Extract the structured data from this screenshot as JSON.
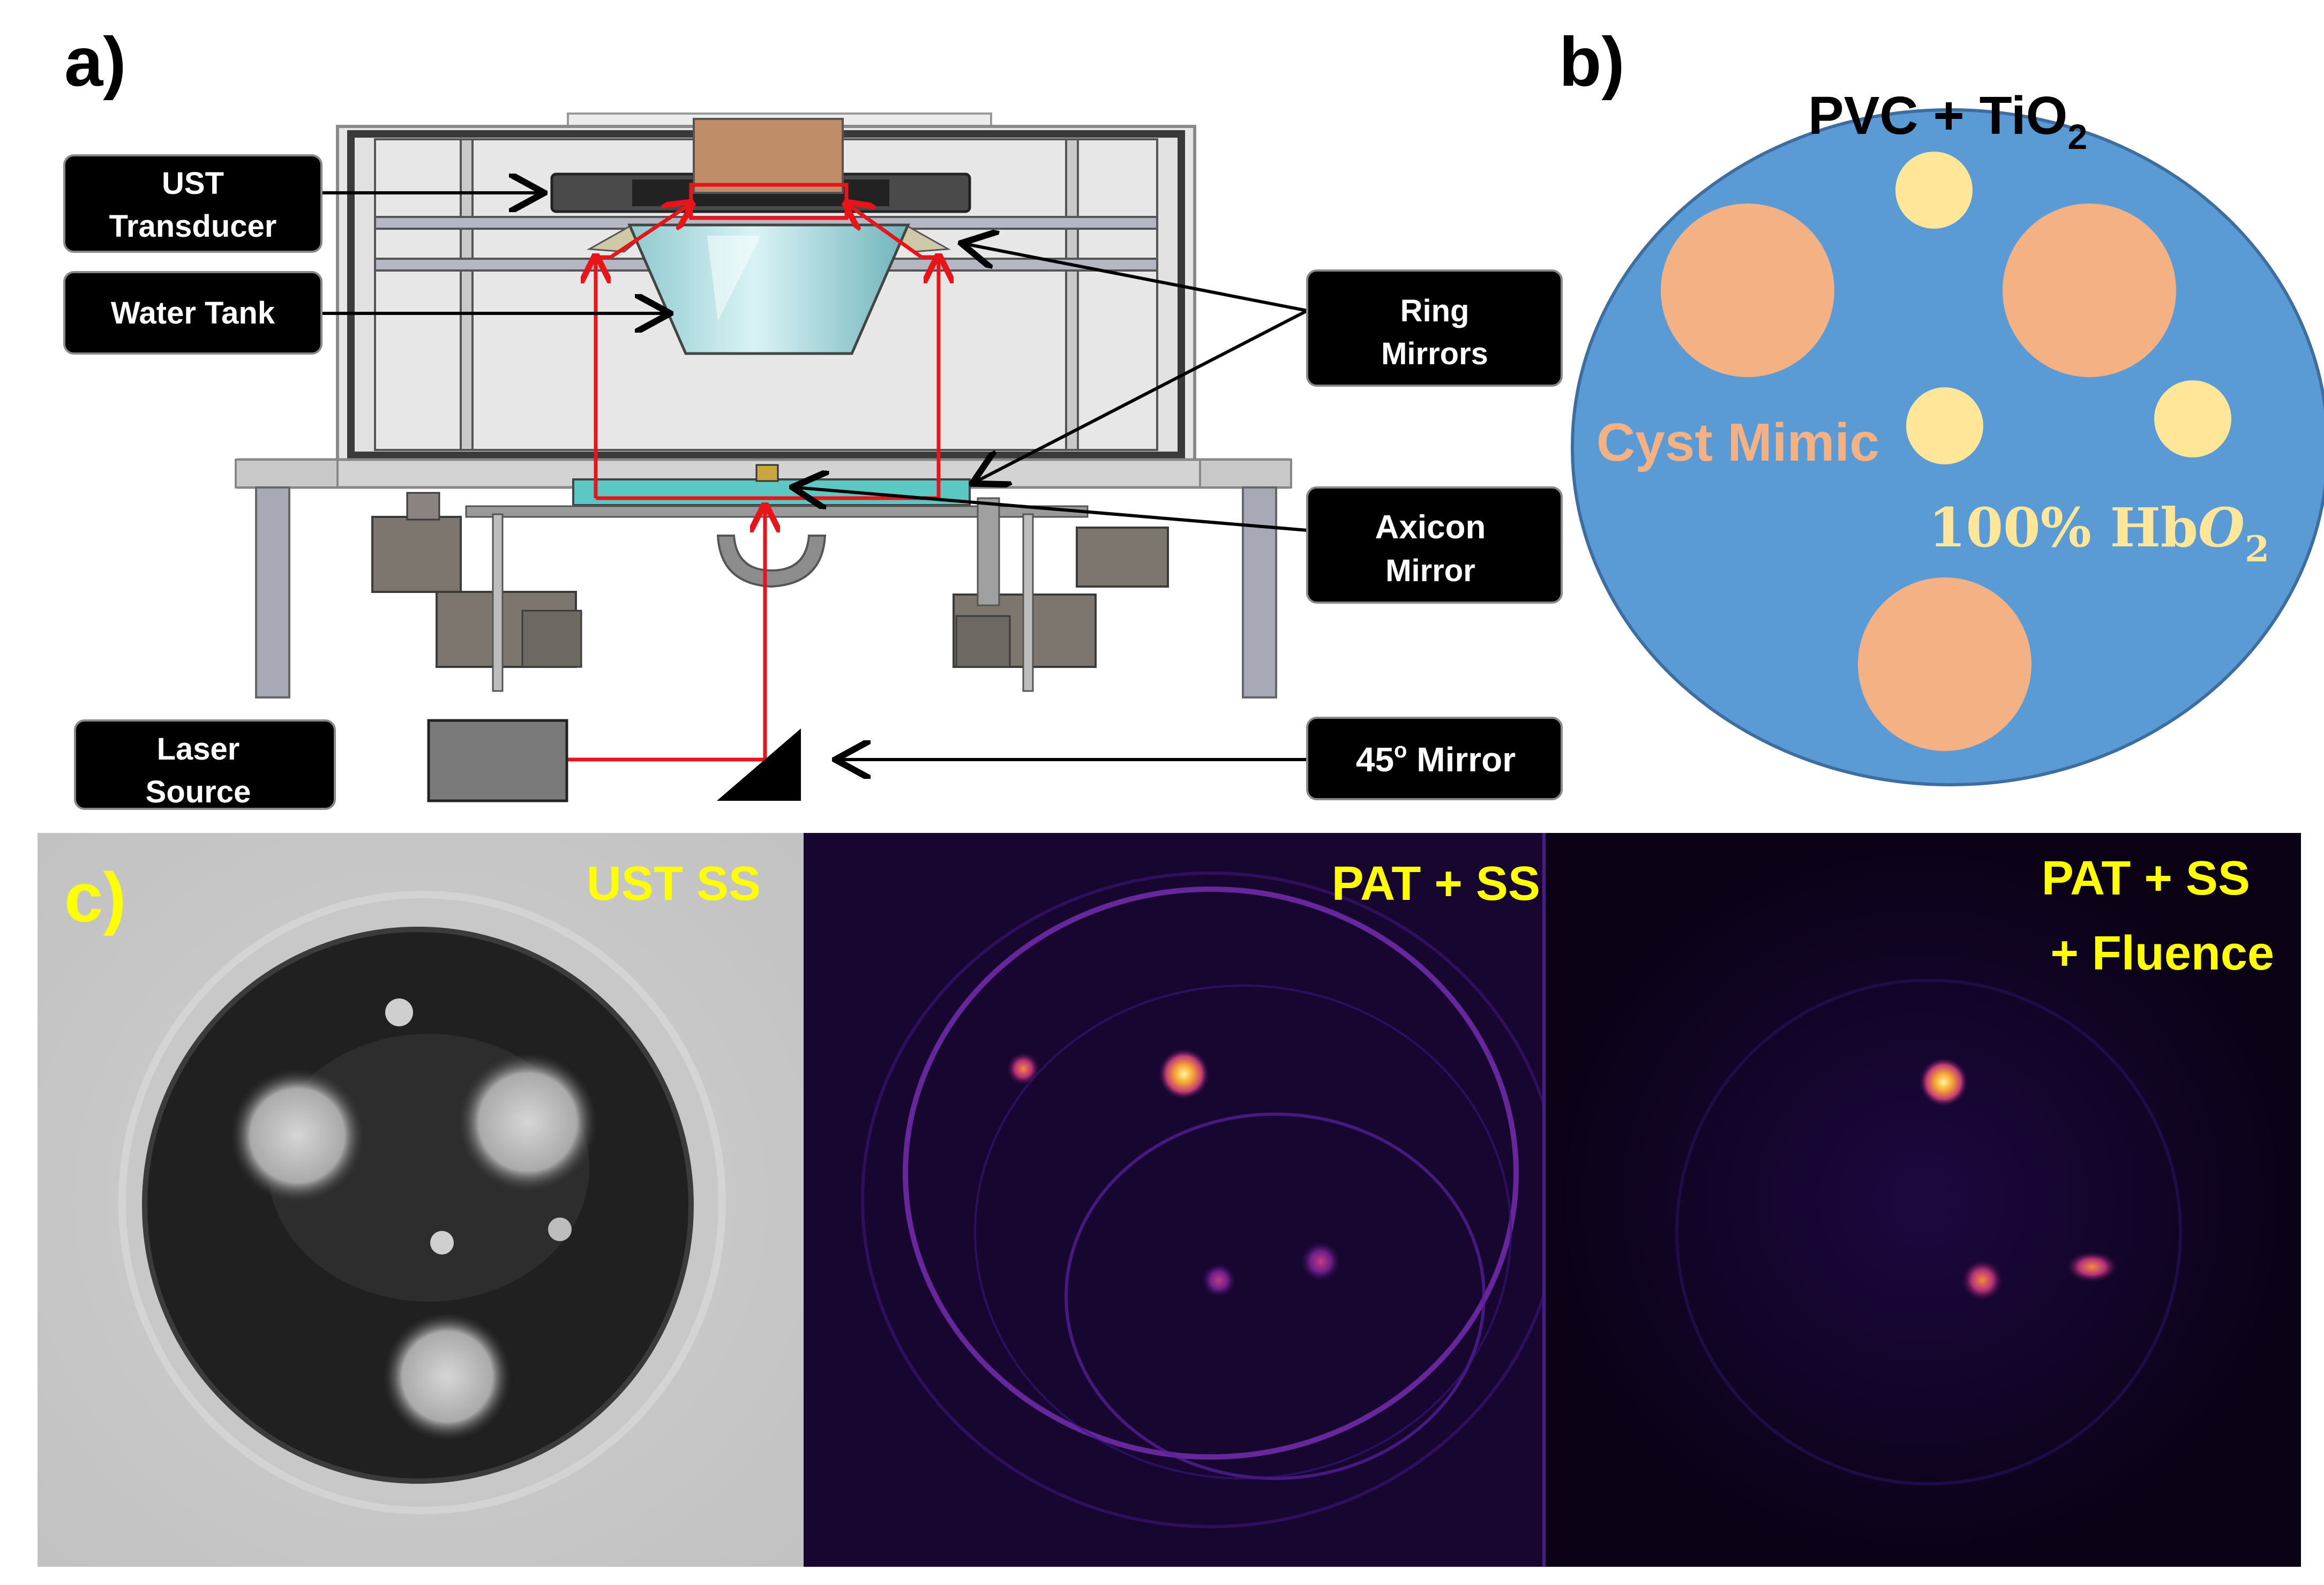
{
  "panel_a": {
    "letter": "a)",
    "callouts": {
      "ust_line1": "UST",
      "ust_line2": "Transducer",
      "water_tank": "Water Tank",
      "ring_line1": "Ring",
      "ring_line2": "Mirrors",
      "axicon_line1": "Axicon",
      "axicon_line2": "Mirror",
      "laser_line1": "Laser",
      "laser_line2": "Source",
      "mirror45_num": "45",
      "mirror45_sup": "o",
      "mirror45_rest": " Mirror"
    },
    "colors": {
      "beam": "#e8141a",
      "callout_bg": "#000000",
      "callout_text": "#ffffff"
    }
  },
  "panel_b": {
    "letter": "b)",
    "pvc_main": "PVC + TiO",
    "pvc_sub": "2",
    "cyst": "Cyst Mimic",
    "hbo2_main": "100% Hb",
    "hbo2_italic": "O",
    "hbo2_sub": "2",
    "colors": {
      "phantom": "#5b9bd5",
      "cyst": "#f4b183",
      "hbo2": "#ffe699"
    }
  },
  "panel_c": {
    "letter": "c)",
    "img1": "UST SS",
    "img2": "PAT + SS",
    "img3_line1": "PAT + SS",
    "img3_line2": "+ Fluence",
    "colors": {
      "label": "#ffff00"
    }
  }
}
